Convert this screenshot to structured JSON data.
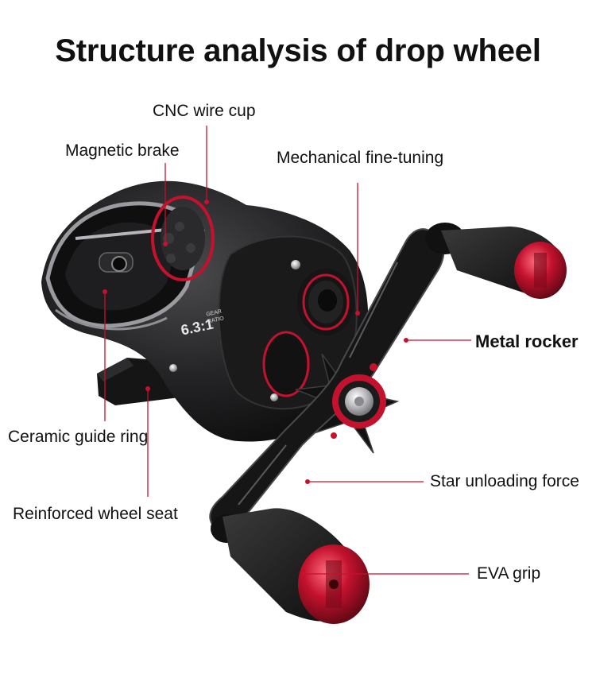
{
  "title": "Structure analysis of drop wheel",
  "gear_ratio": {
    "value": "6.3:1",
    "word1": "GEAR",
    "word2": "RATIO"
  },
  "labels": {
    "cnc_wire_cup": "CNC wire cup",
    "magnetic_brake": "Magnetic brake",
    "mechanical_fine_tuning": "Mechanical fine-tuning",
    "metal_rocker": "Metal rocker",
    "ceramic_guide_ring": "Ceramic guide ring",
    "star_unloading_force": "Star unloading force",
    "reinforced_wheel_seat": "Reinforced wheel seat",
    "eva_grip": "EVA grip"
  },
  "colors": {
    "accent": "#c8102e",
    "reel_body": "#1c1c1e",
    "knob_red": "#b3122a"
  }
}
